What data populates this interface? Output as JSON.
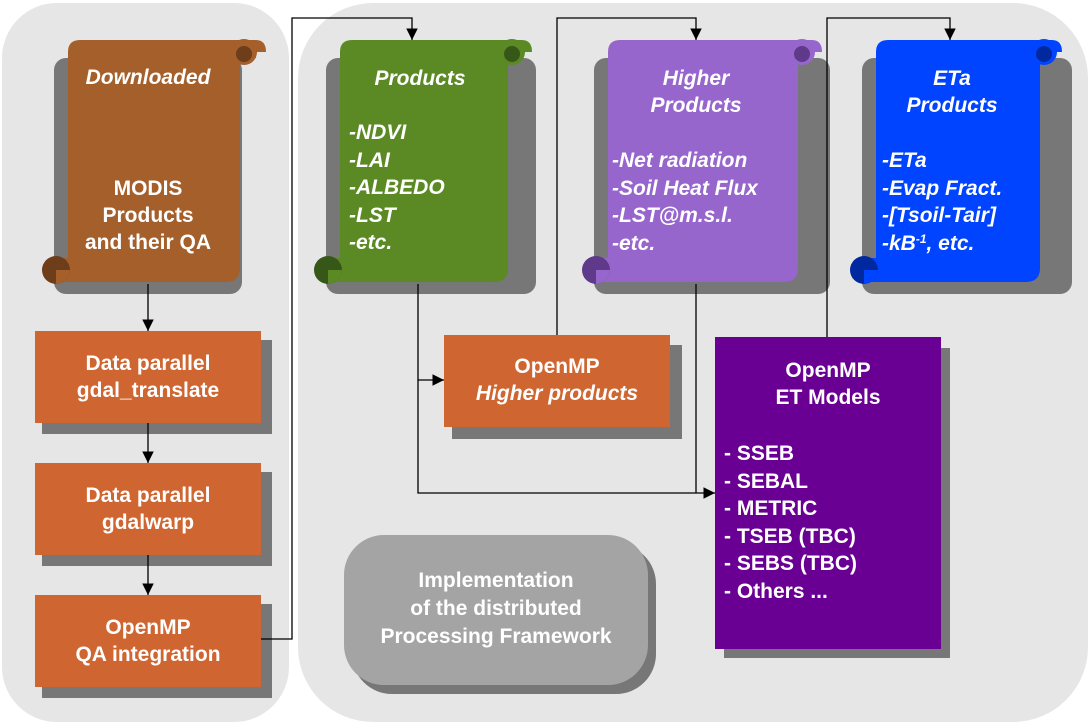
{
  "colors": {
    "panel": "#e6e6e6",
    "brown": "#a45f2b",
    "green": "#5b8a25",
    "lavender": "#9766cc",
    "blue": "#0044ff",
    "orange": "#cf6530",
    "purple": "#6a0093",
    "gray": "#a4a4a4",
    "shadow": "#777777"
  },
  "downloaded": {
    "title": "Downloaded",
    "lines": [
      "MODIS",
      "Products",
      "and their QA"
    ]
  },
  "products": {
    "title": "Products",
    "items": [
      "-NDVI",
      "-LAI",
      "-ALBEDO",
      "-LST",
      "-etc."
    ]
  },
  "higher_products": {
    "title_lines": [
      "Higher",
      "Products"
    ],
    "items": [
      "-Net radiation",
      "-Soil Heat Flux",
      "-LST@m.s.l.",
      "-etc."
    ]
  },
  "eta_products": {
    "title_lines": [
      "ETa",
      "Products"
    ],
    "items": [
      "-ETa",
      "-Evap Fract.",
      "-[Tsoil-Tair]"
    ],
    "last_item_prefix": "-kB",
    "last_item_sup": "-1",
    "last_item_suffix": ", etc."
  },
  "step_translate": {
    "lines": [
      "Data parallel",
      "gdal_translate"
    ]
  },
  "step_warp": {
    "lines": [
      "Data parallel",
      "gdalwarp"
    ]
  },
  "step_qa": {
    "lines": [
      "OpenMP",
      "QA integration"
    ]
  },
  "step_higher": {
    "line1": "OpenMP",
    "line2": "Higher products"
  },
  "et_models": {
    "title_lines": [
      "OpenMP",
      "ET Models"
    ],
    "items": [
      "- SSEB",
      "- SEBAL",
      "- METRIC",
      "- TSEB (TBC)",
      "- SEBS (TBC)",
      "- Others ..."
    ]
  },
  "implementation": {
    "lines": [
      "Implementation",
      "of the distributed",
      "Processing Framework"
    ]
  }
}
